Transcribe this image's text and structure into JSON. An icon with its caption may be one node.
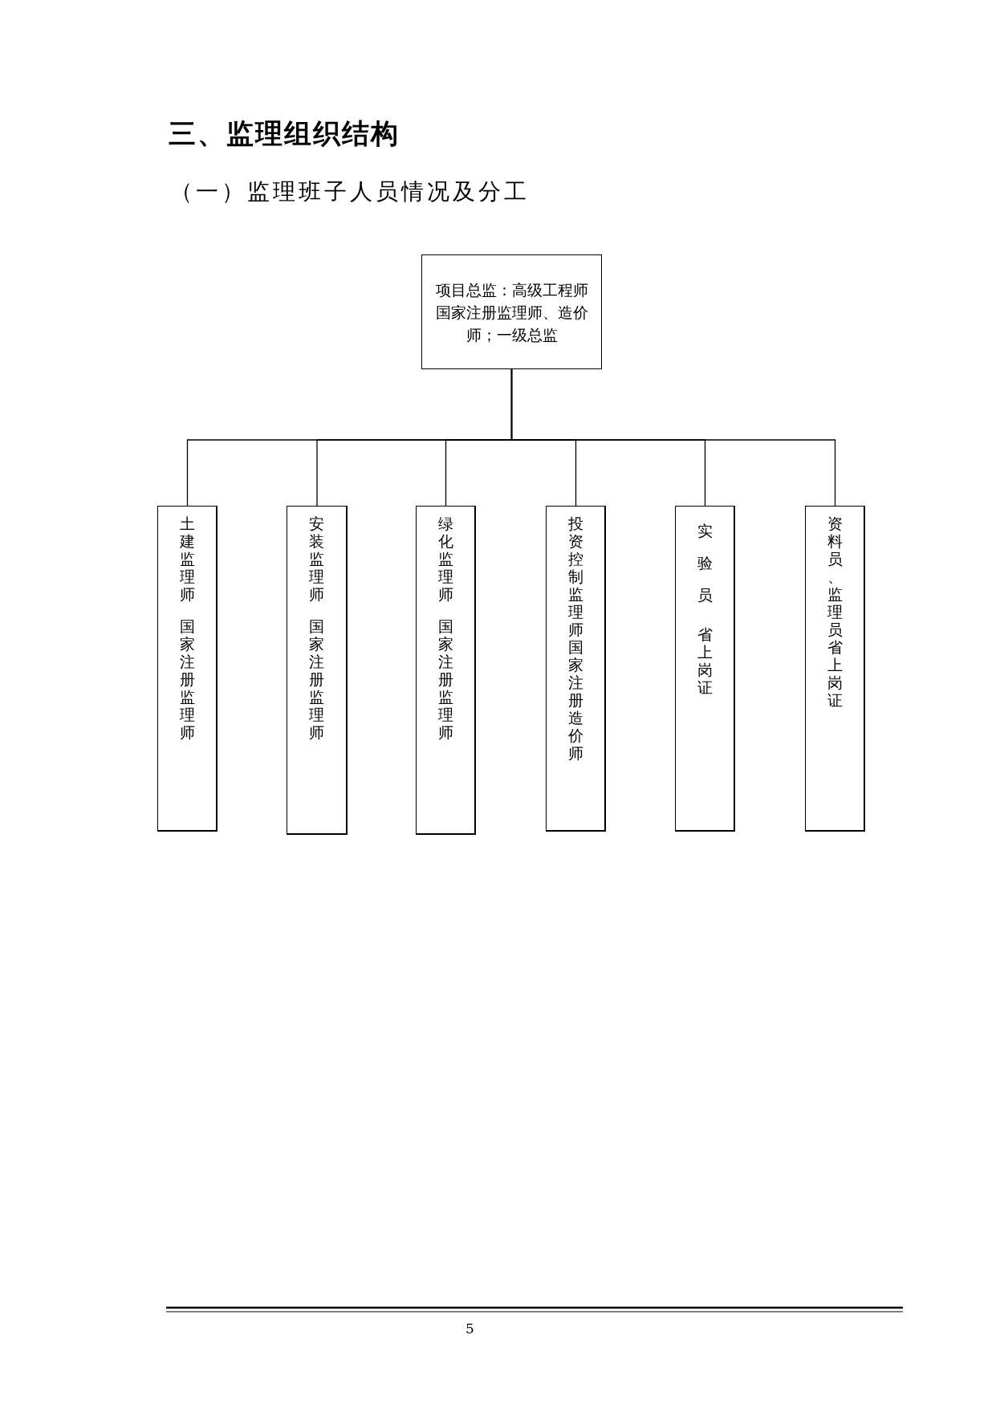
{
  "diagram": {
    "title": "三、监理组织结构",
    "nodes": [
      {
        "text": [
          "项目总监：高级工程师",
          "国家注册监理师、造价师；一级总监"
        ]
      },
      {
        "text": [
          "土建监理师",
          "国家注册监理师"
        ]
      },
      {
        "text": [
          "安装监理师",
          "国家注册监理师"
        ]
      },
      {
        "text": [
          "绿化监理师",
          "国家注册监理师"
        ]
      },
      {
        "text": [
          "投资控制监理师国家注册造价师"
        ]
      },
      {
        "text": [
          "实验员",
          "省上岗证"
        ]
      },
      {
        "text": [
          "资料员、监理员省上岗证"
        ]
      }
    ],
    "edges": [
      {
        "from": 0,
        "to": 1,
        "arrow": "none"
      },
      {
        "from": 0,
        "to": 2,
        "arrow": "none"
      },
      {
        "from": 0,
        "to": 3,
        "arrow": "none"
      },
      {
        "from": 0,
        "to": 4,
        "arrow": "none"
      },
      {
        "from": 0,
        "to": 5,
        "arrow": "none"
      },
      {
        "from": 0,
        "to": 6,
        "arrow": "none"
      }
    ],
    "labels": [
      "（一）监理班子人员情况及分工",
      "5"
    ]
  }
}
